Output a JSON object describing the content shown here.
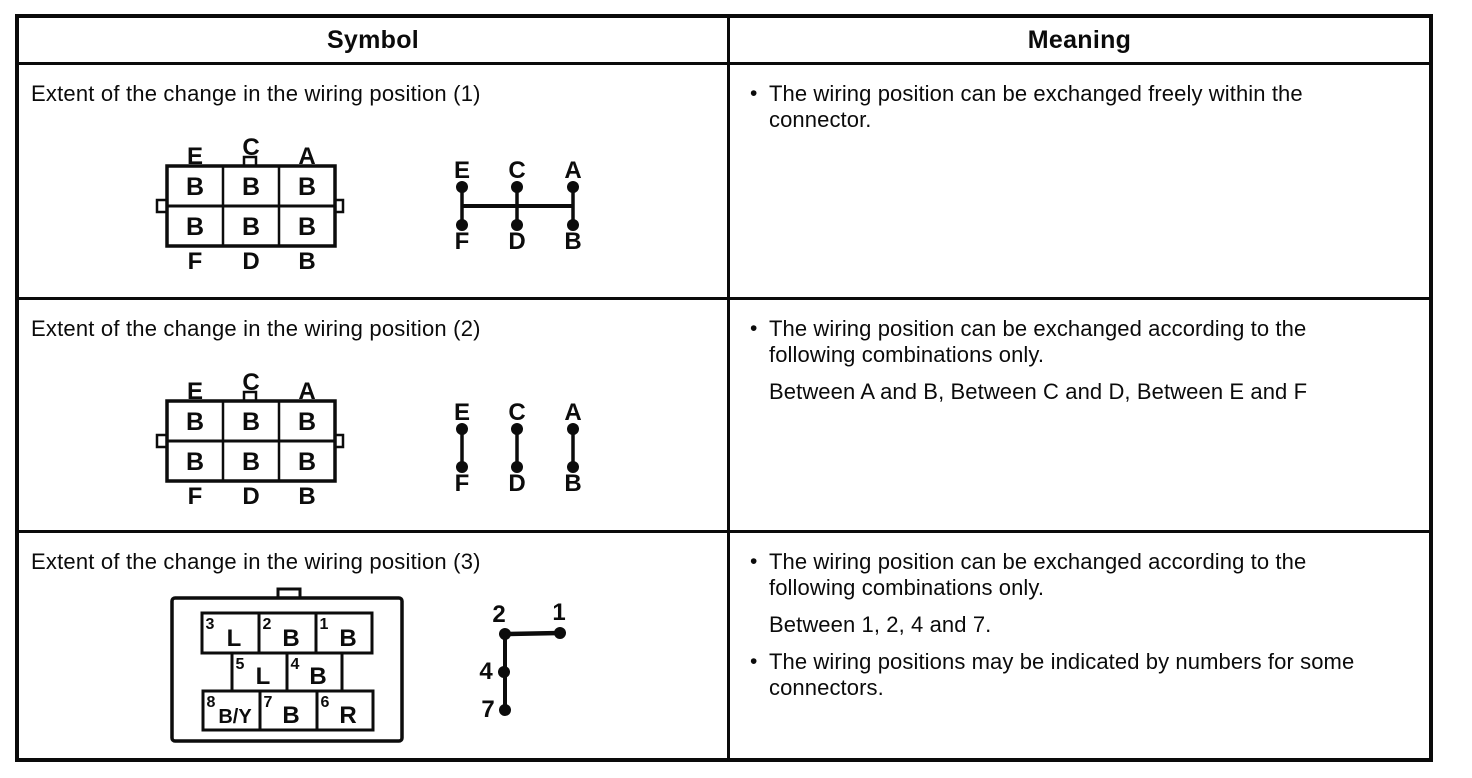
{
  "glyphs": {
    "bullet": "•"
  },
  "header": {
    "symbol": "Symbol",
    "meaning": "Meaning"
  },
  "rows": [
    {
      "title": "Extent of the change in the wiring position (1)",
      "connector": {
        "top_labels": [
          "E",
          "C",
          "A"
        ],
        "cells_top": [
          "B",
          "B",
          "B"
        ],
        "cells_bottom": [
          "B",
          "B",
          "B"
        ],
        "bottom_labels": [
          "F",
          "D",
          "B"
        ]
      },
      "exchange_diagram": {
        "top_nodes": [
          "E",
          "C",
          "A"
        ],
        "bottom_nodes": [
          "F",
          "D",
          "B"
        ],
        "connection": "all-linked"
      },
      "meaning": [
        {
          "text": "The wiring position can be exchanged freely within the connector."
        }
      ]
    },
    {
      "title": "Extent of the change in the wiring position (2)",
      "connector": {
        "top_labels": [
          "E",
          "C",
          "A"
        ],
        "cells_top": [
          "B",
          "B",
          "B"
        ],
        "cells_bottom": [
          "B",
          "B",
          "B"
        ],
        "bottom_labels": [
          "F",
          "D",
          "B"
        ]
      },
      "exchange_diagram": {
        "top_nodes": [
          "E",
          "C",
          "A"
        ],
        "bottom_nodes": [
          "F",
          "D",
          "B"
        ],
        "connection": "pairs-only"
      },
      "meaning": [
        {
          "text": "The wiring position can be exchanged according to the following combinations only."
        },
        {
          "text": "Between A and B, Between C and D, Between E and F"
        }
      ]
    },
    {
      "title": "Extent of the change in the wiring position (3)",
      "connector8": {
        "row1": [
          {
            "n": "3",
            "c": "L"
          },
          {
            "n": "2",
            "c": "B"
          },
          {
            "n": "1",
            "c": "B"
          }
        ],
        "row2": [
          {
            "n": "5",
            "c": "L"
          },
          {
            "n": "4",
            "c": "B"
          }
        ],
        "row3": [
          {
            "n": "8",
            "c": "B/Y"
          },
          {
            "n": "7",
            "c": "B"
          },
          {
            "n": "6",
            "c": "R"
          }
        ]
      },
      "node_diagram": {
        "labels": [
          "2",
          "1",
          "4",
          "7"
        ]
      },
      "meaning": [
        {
          "text": "The wiring position can be exchanged according to the following combinations only."
        },
        {
          "text": "Between 1, 2, 4 and 7."
        },
        {
          "text": "The wiring positions may be indicated by numbers for some connectors."
        }
      ]
    }
  ]
}
